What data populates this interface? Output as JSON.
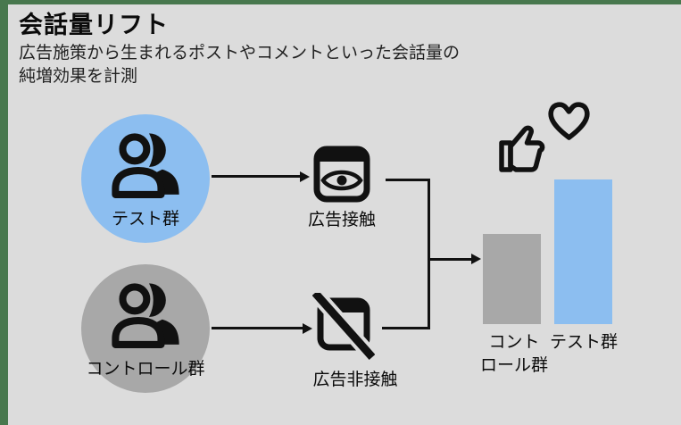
{
  "colors": {
    "background": "#dcdcdc",
    "frame_green": "#48784e",
    "accent_blue": "#8cbef0",
    "neutral_gray": "#a8a8a8",
    "ink": "#111111"
  },
  "header": {
    "title": "会話量リフト",
    "description_line1": "広告施策から生まれるポストやコメントといった会話量の",
    "description_line2": "純増効果を計測"
  },
  "diagram": {
    "groups": [
      {
        "label": "テスト群",
        "icon": "people-icon",
        "fill": "#8cbef0"
      },
      {
        "label": "コントロール群",
        "icon": "people-icon",
        "fill": "#a8a8a8"
      }
    ],
    "conditions": [
      {
        "label": "広告接触",
        "icon": "ad-impression-eye-icon"
      },
      {
        "label": "広告非接触",
        "icon": "ad-no-impression-slashed-icon"
      }
    ],
    "result_icons": [
      "thumbs-up-icon",
      "heart-icon"
    ]
  },
  "chart_data": {
    "type": "bar",
    "categories": [
      "コントロール群",
      "テスト群"
    ],
    "values": [
      101,
      162
    ],
    "value_note": "relative bar heights in px; chart has no axes or numeric labels",
    "bar_colors": [
      "#a8a8a8",
      "#8cbef0"
    ],
    "bar_labels_displayed": [
      "コント\nロール群",
      "テスト群"
    ],
    "title": "",
    "xlabel": "",
    "ylabel": ""
  }
}
